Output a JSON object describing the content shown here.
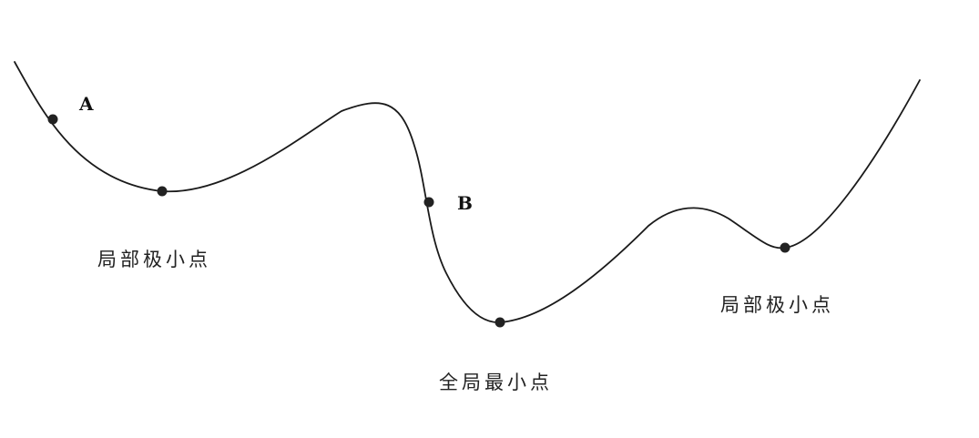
{
  "points": {
    "a": "A",
    "b": "B"
  },
  "labels": {
    "local_min_left": "局部极小点",
    "global_min": "全局最小点",
    "local_min_right": "局部极小点"
  },
  "colors": {
    "curve": "#1a1a1a",
    "dot": "#222222",
    "background": "#ffffff"
  }
}
